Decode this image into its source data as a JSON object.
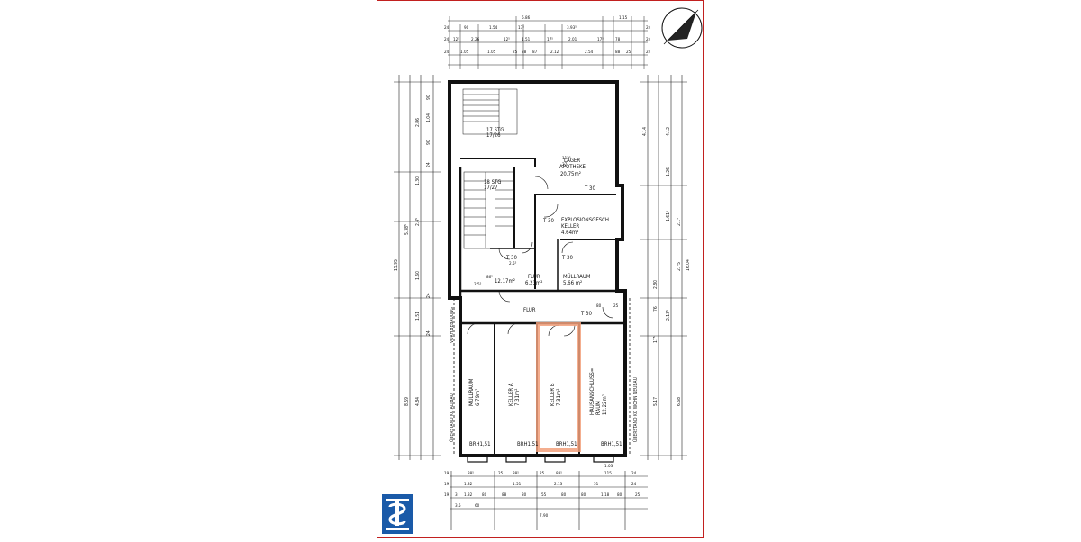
{
  "plan": {
    "top_dims": {
      "row1": [
        "6.86",
        "1.15"
      ],
      "row2": [
        "24",
        "90",
        "1.54",
        "17⁵",
        "3.93⁵",
        "24"
      ],
      "row3": [
        "24",
        "12⁵",
        "2.26",
        "12⁵",
        "1.51",
        "17⁵",
        "2.01",
        "17⁵",
        "78",
        "24"
      ],
      "row4": [
        "24",
        "1.05",
        "1.05",
        "25",
        "88",
        "87",
        "2.12",
        "2.54",
        "88",
        "25",
        "24"
      ]
    },
    "left_dims_outer": [
      "15.95",
      "5.38⁵",
      "8.59"
    ],
    "left_dims_mid": [
      "2.86",
      "1.30",
      "2.4⁵",
      "1.60",
      "1.51",
      "4.84"
    ],
    "left_dims_inner": [
      "90",
      "1.04",
      "90",
      "24",
      "24",
      "24"
    ],
    "right_dims_outer": [
      "16.04"
    ],
    "right_dims_mid": [
      "4.12",
      "1.26",
      "1.61⁵",
      "2.75",
      "2.13⁵",
      "6.68"
    ],
    "right_dims_inner": [
      "4.14",
      "2.80",
      "5.17",
      "17⁵",
      "76",
      "2.1⁵"
    ],
    "bottom_dims": {
      "row1": [
        "19",
        "88⁵",
        "25",
        "88⁵",
        "25",
        "88⁵",
        "24"
      ],
      "row2": [
        "19",
        "1.32",
        "1.51",
        "2.13",
        "51",
        "24"
      ],
      "row3": [
        "19",
        "3",
        "1.32",
        "80",
        "88",
        "80",
        "55",
        "80",
        "80",
        "1.18",
        "80",
        "25"
      ],
      "row4": [
        "3.5",
        "60",
        "7.90"
      ],
      "side_labels": [
        "1.03",
        "115"
      ]
    },
    "rooms": {
      "lager_name": "LAGER",
      "lager_sub": "APOTHEKE",
      "lager_area": "20.75m²",
      "stair_upper": "17 STG",
      "stair_upper_ratio": "17/26",
      "stair_lower": "18 STG",
      "stair_lower_ratio": "17/27",
      "explosion_name": "EXPLOSIONSGESCH",
      "explosion_sub": "KELLER",
      "explosion_area": "4.64m²",
      "flur1_name": "FLUR",
      "flur1_area": "6.23m²",
      "muell1_name": "MÜLLRAUM",
      "muell1_area": "5.66 m²",
      "small_area": "12.17m²",
      "flur2_name": "FLUR",
      "muell2_name": "MÜLLRAUM",
      "muell2_area": "6.79m²",
      "kellerA_name": "KELLER A",
      "kellerA_area": "7.31m²",
      "kellerB_name": "KELLER B",
      "kellerB_area": "7.31m²",
      "haus_name": "HAUSANSCHLUSS=",
      "haus_sub": "RAUM",
      "haus_area": "12.22m²"
    },
    "doors": [
      "T 30",
      "T 30",
      "T 30",
      "T 30",
      "T 30"
    ],
    "door_small_labels": [
      "2.5⁵",
      "86⁵",
      "2.5⁵"
    ],
    "brh_labels": [
      "BRH1,51",
      "BRH1,51",
      "BRH1,51",
      "BRH1,51"
    ],
    "side_notes": {
      "left1": "VORH.BEBAUUNG",
      "left2": "ÜBERSTAND KG ALTBAU",
      "right1": "ÜBERSTAND KG WOHN NEUBAU"
    },
    "small_dims_misc": [
      "80",
      "25",
      "112⁵",
      "27"
    ],
    "highlight_color": "#f2a07b",
    "logo_letters": "TS",
    "logo_color": "#1a5aa8",
    "frame_color": "#c2201f"
  }
}
